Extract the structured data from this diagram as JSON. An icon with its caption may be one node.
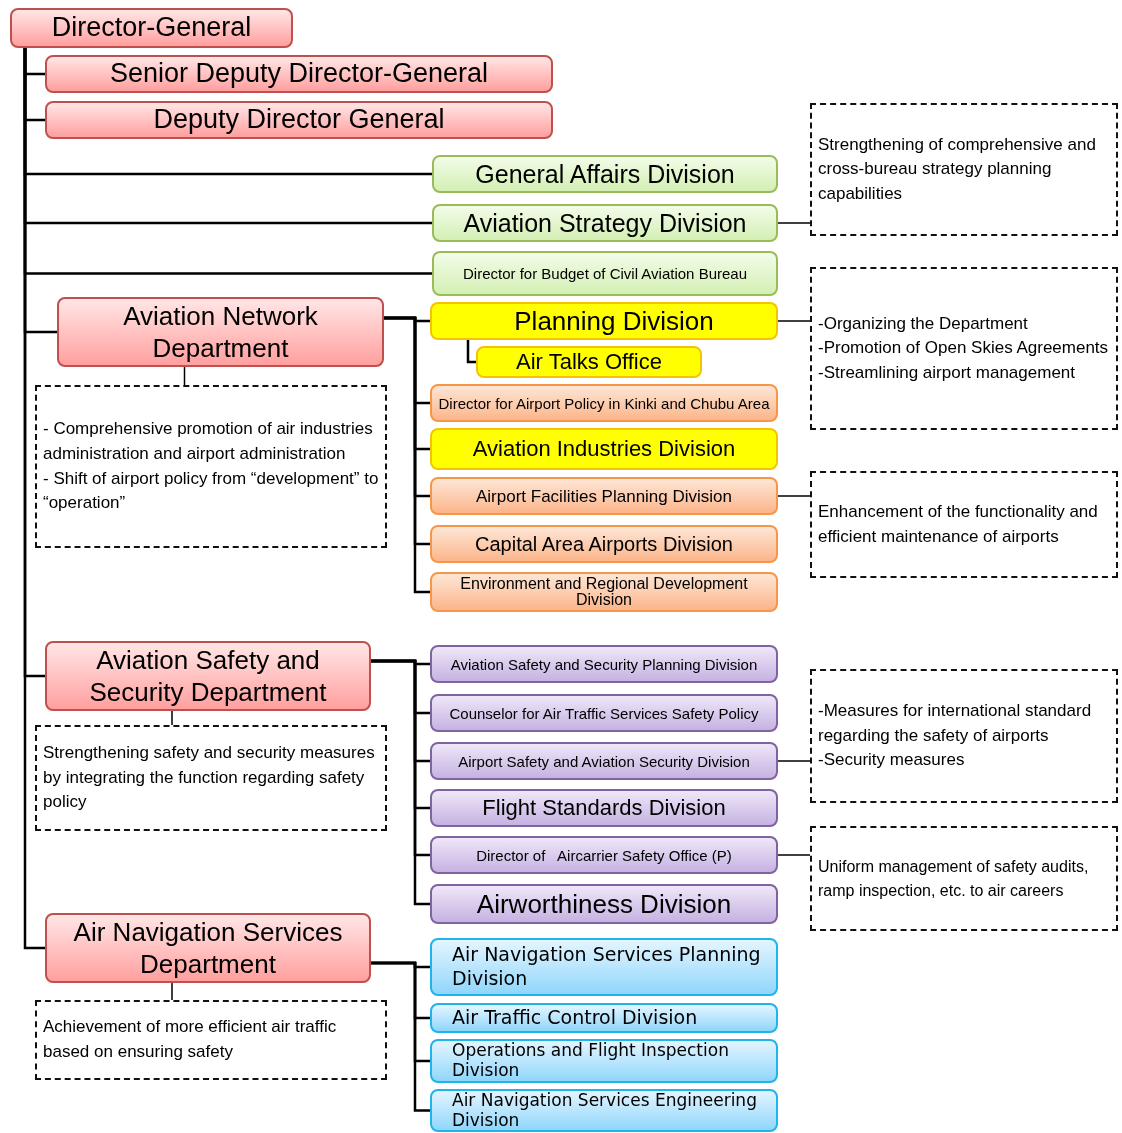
{
  "diagram": {
    "nodes": [
      {
        "text": [
          "Director-General"
        ]
      },
      {
        "text": [
          "Senior Deputy Director-General"
        ]
      },
      {
        "text": [
          "Deputy Director General"
        ]
      },
      {
        "text": [
          "General Affairs Division"
        ]
      },
      {
        "text": [
          "Aviation Strategy Division"
        ]
      },
      {
        "text": [
          "Director for Budget of Civil Aviation Bureau"
        ]
      },
      {
        "text": [
          "Aviation Network Department"
        ]
      },
      {
        "text": [
          "- Comprehensive promotion of  air industries administration and airport administration",
          "- Shift of airport policy from “development” to “operation”"
        ]
      },
      {
        "text": [
          "Planning Division"
        ]
      },
      {
        "text": [
          "Air Talks Office"
        ]
      },
      {
        "text": [
          "Director for Airport Policy in Kinki and Chubu Area"
        ]
      },
      {
        "text": [
          "Aviation Industries Division"
        ]
      },
      {
        "text": [
          "Airport Facilities Planning Division"
        ]
      },
      {
        "text": [
          "Capital Area Airports Division"
        ]
      },
      {
        "text": [
          "Environment and Regional Development Division"
        ]
      },
      {
        "text": [
          "Aviation Safety and Security Department"
        ]
      },
      {
        "text": [
          "Strengthening  safety and security measures by integrating the function regarding safety policy"
        ]
      },
      {
        "text": [
          "Aviation Safety and Security Planning Division"
        ]
      },
      {
        "text": [
          "Counselor for Air Traffic Services Safety Policy"
        ]
      },
      {
        "text": [
          "Airport Safety and Aviation Security Division"
        ]
      },
      {
        "text": [
          "Flight Standards Division"
        ]
      },
      {
        "text": [
          "Director of   Aircarrier Safety Office (P)"
        ]
      },
      {
        "text": [
          "Airworthiness Division"
        ]
      },
      {
        "text": [
          "Air Navigation Services Department"
        ]
      },
      {
        "text": [
          "Achievement of more efficient air traffic based on ensuring safety"
        ]
      },
      {
        "text": [
          "Air Navigation Services Planning Division"
        ]
      },
      {
        "text": [
          "Air Traffic Control Division"
        ]
      },
      {
        "text": [
          "Operations and Flight Inspection Division"
        ]
      },
      {
        "text": [
          "Air Navigation Services Engineering Division"
        ]
      },
      {
        "text": [
          "Strengthening of comprehensive and cross-bureau strategy planning capabilities"
        ]
      },
      {
        "text": [
          "-Organizing the Department",
          "-Promotion of Open Skies Agreements",
          "-Streamlining airport management"
        ]
      },
      {
        "text": [
          "Enhancement of the functionality and  efficient maintenance of airports"
        ]
      },
      {
        "text": [
          "-Measures for international standard regarding the safety of airports",
          "-Security measures"
        ]
      },
      {
        "text": [
          "Uniform management of safety audits, ramp inspection, etc. to air careers"
        ]
      }
    ],
    "edges": [
      {
        "from": 0,
        "to": 1,
        "arrow": "none"
      },
      {
        "from": 0,
        "to": 2,
        "arrow": "none"
      },
      {
        "from": 0,
        "to": 3,
        "arrow": "none"
      },
      {
        "from": 0,
        "to": 4,
        "arrow": "none"
      },
      {
        "from": 0,
        "to": 5,
        "arrow": "none"
      },
      {
        "from": 0,
        "to": 6,
        "arrow": "none"
      },
      {
        "from": 0,
        "to": 15,
        "arrow": "none"
      },
      {
        "from": 0,
        "to": 23,
        "arrow": "none"
      },
      {
        "from": 6,
        "to": 7,
        "arrow": "none"
      },
      {
        "from": 6,
        "to": 8,
        "arrow": "none"
      },
      {
        "from": 8,
        "to": 9,
        "arrow": "none"
      },
      {
        "from": 6,
        "to": 10,
        "arrow": "none"
      },
      {
        "from": 6,
        "to": 11,
        "arrow": "none"
      },
      {
        "from": 6,
        "to": 12,
        "arrow": "none"
      },
      {
        "from": 6,
        "to": 13,
        "arrow": "none"
      },
      {
        "from": 6,
        "to": 14,
        "arrow": "none"
      },
      {
        "from": 15,
        "to": 16,
        "arrow": "none"
      },
      {
        "from": 15,
        "to": 17,
        "arrow": "none"
      },
      {
        "from": 15,
        "to": 18,
        "arrow": "none"
      },
      {
        "from": 15,
        "to": 19,
        "arrow": "none"
      },
      {
        "from": 15,
        "to": 20,
        "arrow": "none"
      },
      {
        "from": 15,
        "to": 21,
        "arrow": "none"
      },
      {
        "from": 15,
        "to": 22,
        "arrow": "none"
      },
      {
        "from": 23,
        "to": 24,
        "arrow": "none"
      },
      {
        "from": 23,
        "to": 25,
        "arrow": "none"
      },
      {
        "from": 23,
        "to": 26,
        "arrow": "none"
      },
      {
        "from": 23,
        "to": 27,
        "arrow": "none"
      },
      {
        "from": 23,
        "to": 28,
        "arrow": "none"
      },
      {
        "from": 4,
        "to": 29,
        "arrow": "none"
      },
      {
        "from": 8,
        "to": 30,
        "arrow": "none"
      },
      {
        "from": 12,
        "to": 31,
        "arrow": "none"
      },
      {
        "from": 19,
        "to": 32,
        "arrow": "none"
      },
      {
        "from": 21,
        "to": 33,
        "arrow": "none"
      }
    ]
  }
}
